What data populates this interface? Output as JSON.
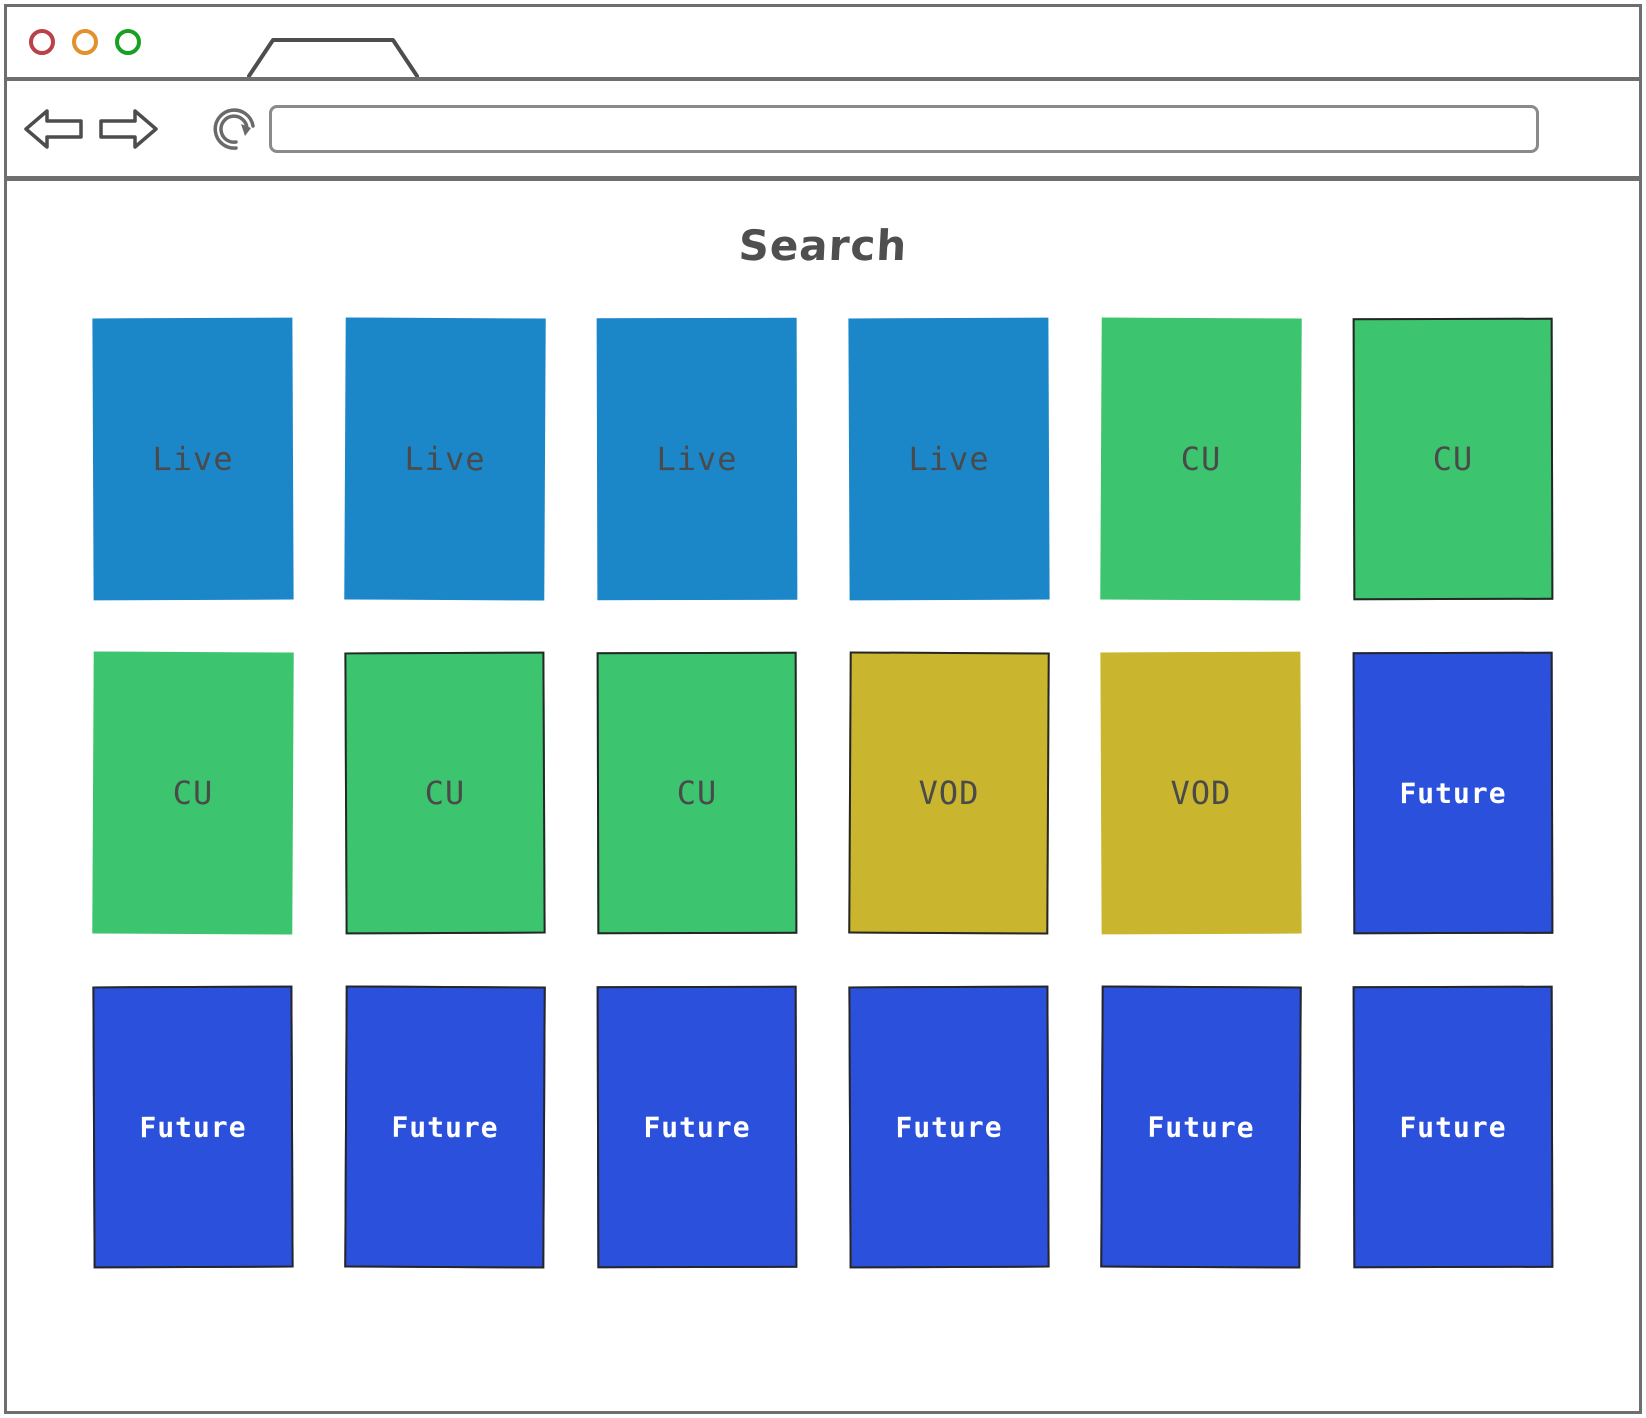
{
  "window": {
    "traffic_lights": [
      {
        "name": "close",
        "color": "#b8414a"
      },
      {
        "name": "minimize",
        "color": "#e2912c"
      },
      {
        "name": "maximize",
        "color": "#17a120"
      }
    ],
    "tab": {
      "label": ""
    }
  },
  "toolbar": {
    "back_icon": "back-arrow-icon",
    "forward_icon": "forward-arrow-icon",
    "reload_icon": "reload-icon",
    "url_value": "",
    "url_placeholder": ""
  },
  "page": {
    "title": "Search"
  },
  "palette": {
    "live": "#1b87c9",
    "cu": "#3cc46e",
    "vod": "#c9b52e",
    "future": "#2b50dc",
    "dark_text": "#4a4a4a",
    "light_text": "#ffffff"
  },
  "grid": {
    "columns": 6,
    "rows": 3,
    "cards": [
      {
        "label": "Live",
        "type": "live",
        "color": "#1b87c9",
        "sketch": false,
        "light_text": false,
        "tilt": "tilt-a"
      },
      {
        "label": "Live",
        "type": "live",
        "color": "#1b87c9",
        "sketch": false,
        "light_text": false,
        "tilt": "tilt-b"
      },
      {
        "label": "Live",
        "type": "live",
        "color": "#1b87c9",
        "sketch": false,
        "light_text": false,
        "tilt": "tilt-c"
      },
      {
        "label": "Live",
        "type": "live",
        "color": "#1b87c9",
        "sketch": false,
        "light_text": false,
        "tilt": "tilt-a"
      },
      {
        "label": "CU",
        "type": "cu",
        "color": "#3cc46e",
        "sketch": false,
        "light_text": false,
        "tilt": "tilt-b"
      },
      {
        "label": "CU",
        "type": "cu",
        "color": "#3cc46e",
        "sketch": true,
        "light_text": false,
        "tilt": "tilt-c"
      },
      {
        "label": "CU",
        "type": "cu",
        "color": "#3cc46e",
        "sketch": false,
        "light_text": false,
        "tilt": "tilt-b"
      },
      {
        "label": "CU",
        "type": "cu",
        "color": "#3cc46e",
        "sketch": true,
        "light_text": false,
        "tilt": "tilt-a"
      },
      {
        "label": "CU",
        "type": "cu",
        "color": "#3cc46e",
        "sketch": true,
        "light_text": false,
        "tilt": "tilt-c"
      },
      {
        "label": "VOD",
        "type": "vod",
        "color": "#c9b52e",
        "sketch": true,
        "light_text": false,
        "tilt": "tilt-b"
      },
      {
        "label": "VOD",
        "type": "vod",
        "color": "#c9b52e",
        "sketch": false,
        "light_text": false,
        "tilt": "tilt-a"
      },
      {
        "label": "Future",
        "type": "future",
        "color": "#2b50dc",
        "sketch": true,
        "light_text": true,
        "tilt": "tilt-c"
      },
      {
        "label": "Future",
        "type": "future",
        "color": "#2b50dc",
        "sketch": true,
        "light_text": true,
        "tilt": "tilt-a"
      },
      {
        "label": "Future",
        "type": "future",
        "color": "#2b50dc",
        "sketch": true,
        "light_text": true,
        "tilt": "tilt-b"
      },
      {
        "label": "Future",
        "type": "future",
        "color": "#2b50dc",
        "sketch": true,
        "light_text": true,
        "tilt": "tilt-c"
      },
      {
        "label": "Future",
        "type": "future",
        "color": "#2b50dc",
        "sketch": true,
        "light_text": true,
        "tilt": "tilt-a"
      },
      {
        "label": "Future",
        "type": "future",
        "color": "#2b50dc",
        "sketch": true,
        "light_text": true,
        "tilt": "tilt-b"
      },
      {
        "label": "Future",
        "type": "future",
        "color": "#2b50dc",
        "sketch": true,
        "light_text": true,
        "tilt": "tilt-c"
      }
    ]
  }
}
